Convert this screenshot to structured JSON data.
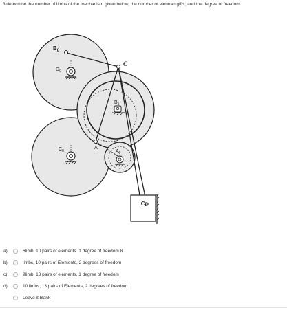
{
  "question": {
    "text": "3 determine the number of limbs of the mechanism given below, the number of elennan gifts, and the degree of freedom."
  },
  "figure": {
    "labels": {
      "B0": "B",
      "B0_sub": "0",
      "D0": "D",
      "D0_sub": "0",
      "C": "C",
      "B": "B",
      "B_sub": "1",
      "A": "A",
      "C0": "C",
      "C0_sub": "0",
      "A0": "A",
      "A0_sub": "0",
      "D": "D"
    }
  },
  "options": [
    {
      "letter": "a)",
      "label": "6limb, 10 pairs of elements. 1 degree of freedom 8"
    },
    {
      "letter": "b)",
      "label": "limbs, 10 pairs of Elements, 2 degrees of freedom"
    },
    {
      "letter": "c)",
      "label": "9limb, 13 pairs of elements, 1 degree of freedom"
    },
    {
      "letter": "d)",
      "label": "10 limbs, 13 pairs of Elements, 2 degrees of freedom"
    },
    {
      "letter": "",
      "label": "Leave it blank"
    }
  ]
}
